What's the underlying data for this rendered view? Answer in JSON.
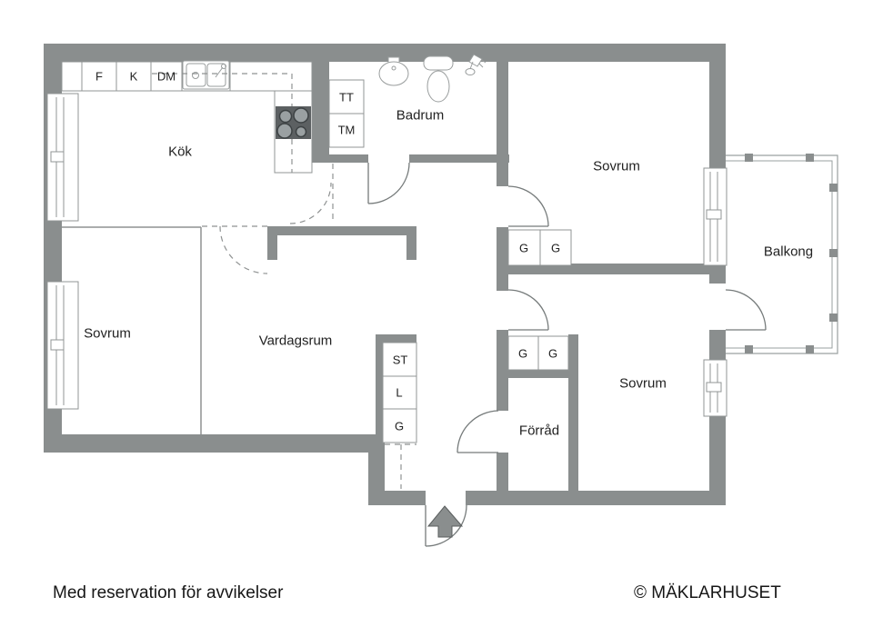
{
  "rooms": {
    "kitchen": {
      "label": "Kök"
    },
    "bathroom": {
      "label": "Badrum"
    },
    "bedroom_top_right": {
      "label": "Sovrum"
    },
    "bedroom_bottom_left": {
      "label": "Sovrum"
    },
    "bedroom_bottom_right": {
      "label": "Sovrum"
    },
    "living_room": {
      "label": "Vardagsrum"
    },
    "balcony": {
      "label": "Balkong"
    },
    "storage": {
      "label": "Förråd"
    }
  },
  "kitchen_units": {
    "fridge": "F",
    "freezer": "K",
    "dishwasher": "DM"
  },
  "bathroom_units": {
    "tumble_dryer": "TT",
    "washing_machine": "TM"
  },
  "hall_closets": {
    "cleaning": "ST",
    "linen": "L",
    "wardrobe": "G"
  },
  "bedroom_top_wardrobes": [
    "G",
    "G"
  ],
  "bedroom_right_wardrobes": [
    "G",
    "G"
  ],
  "footer": {
    "disclaimer": "Med reservation för avvikelser",
    "copyright": "© MÄKLARHUSET"
  },
  "colors": {
    "wall": "#8a8e8e",
    "line": "#8f9292",
    "door": "#767b7b",
    "text": "#1f1f1f"
  }
}
